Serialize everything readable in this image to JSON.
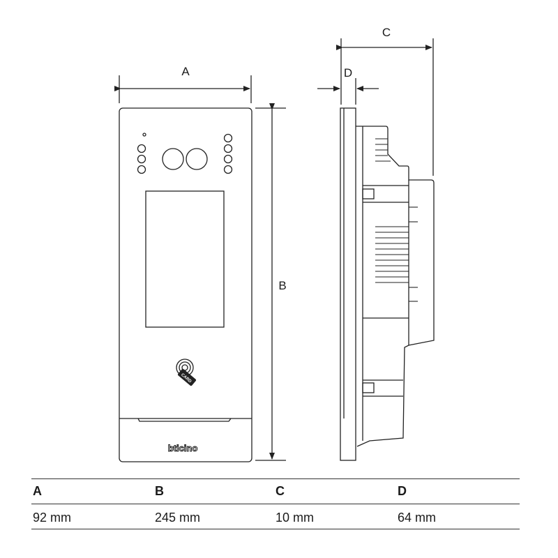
{
  "dimension_labels": {
    "a": "A",
    "b": "B",
    "c": "C",
    "d": "D"
  },
  "device": {
    "logo": "bticino",
    "card_label": "CARD"
  },
  "table": {
    "headers": [
      "A",
      "B",
      "C",
      "D"
    ],
    "values": [
      "92 mm",
      "245 mm",
      "10 mm",
      "64 mm"
    ]
  }
}
